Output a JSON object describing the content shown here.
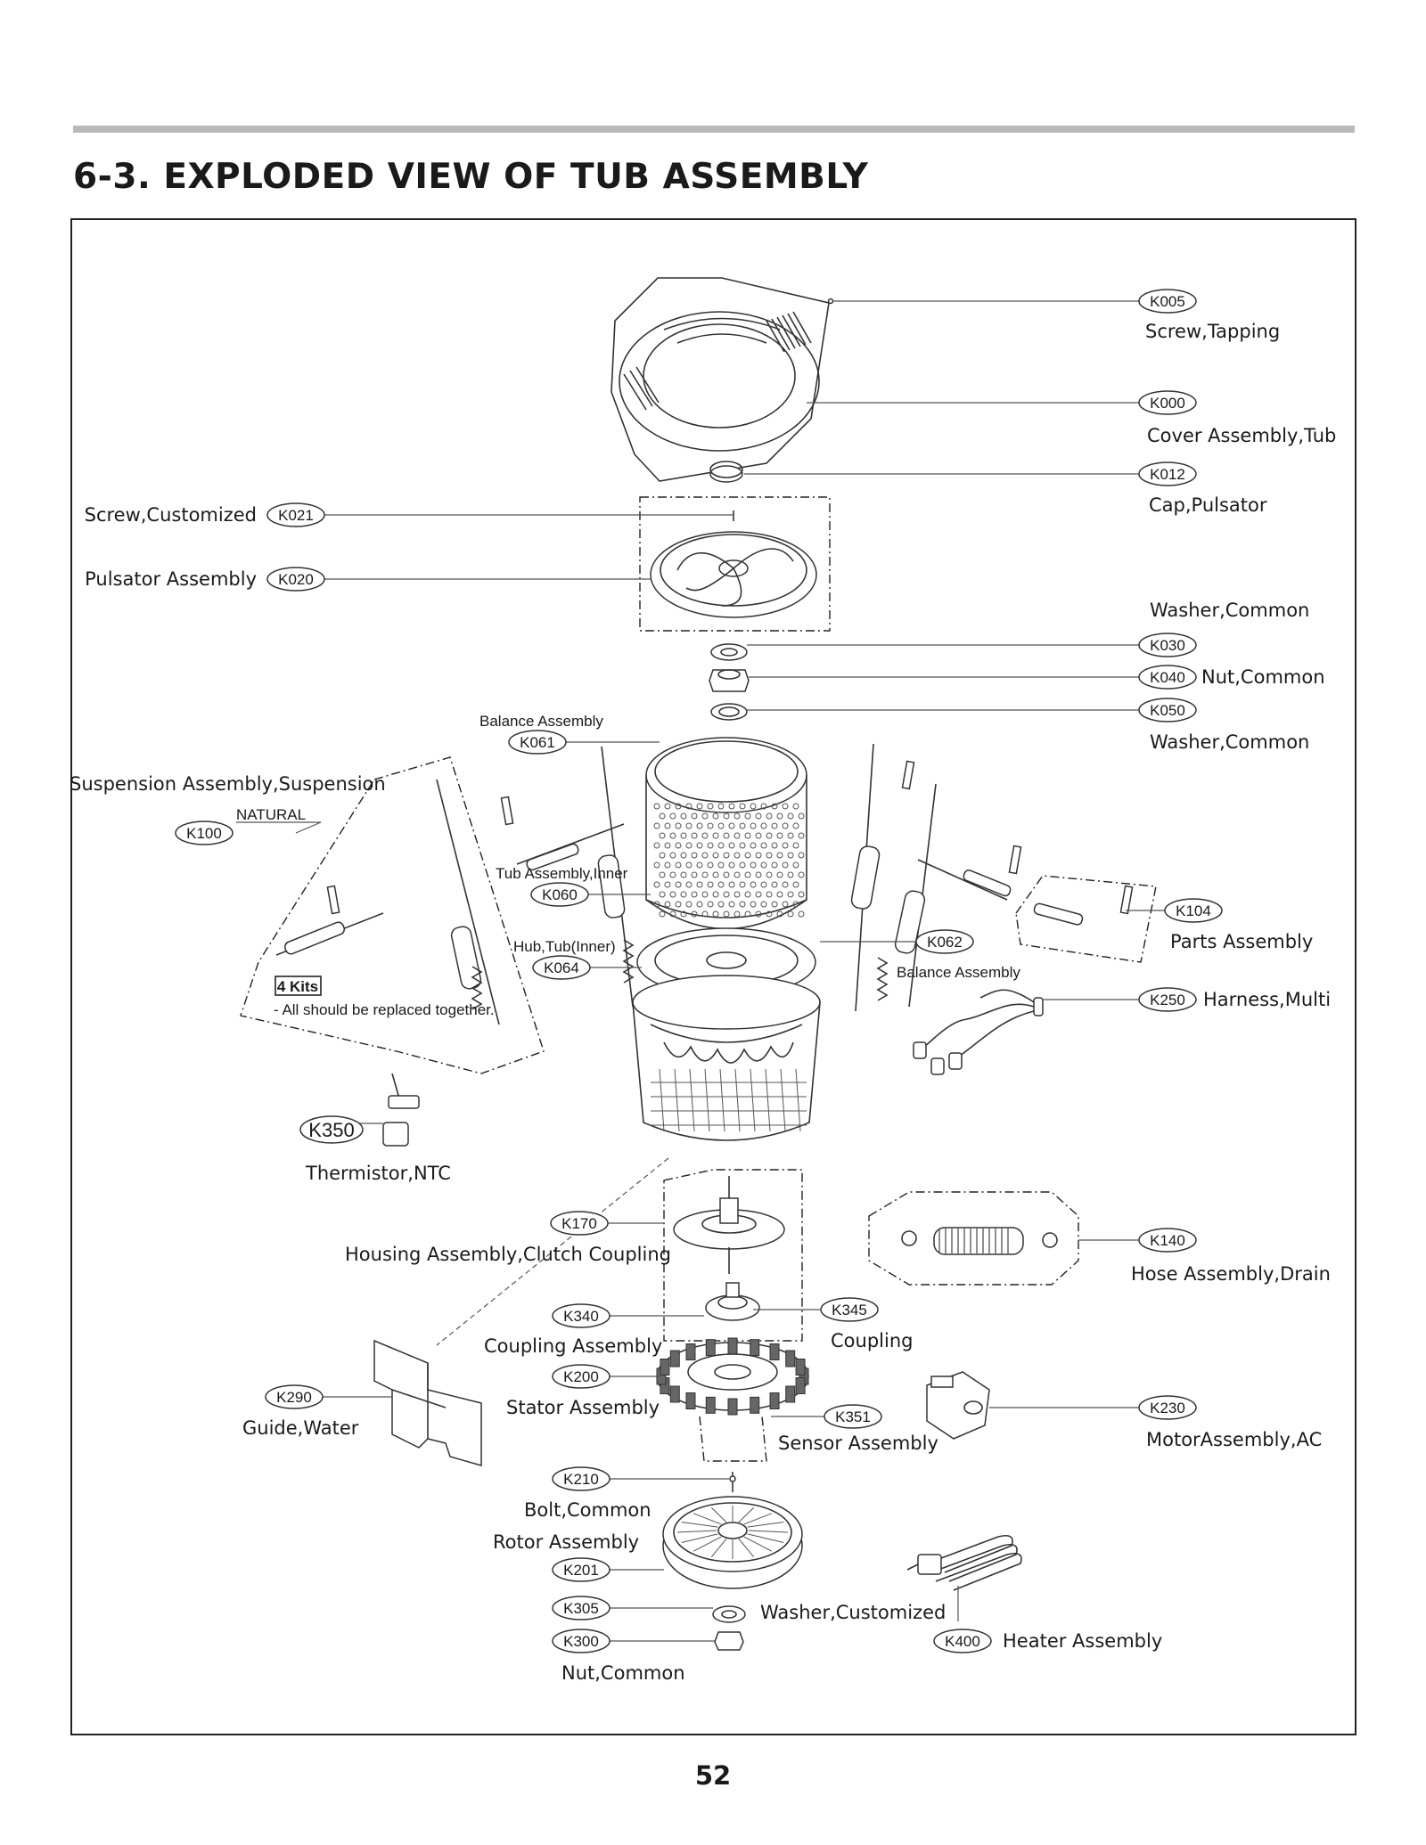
{
  "title": "6-3. EXPLODED VIEW OF TUB ASSEMBLY",
  "page_number": "52",
  "callouts": {
    "K005": {
      "code": "K005",
      "name": "Screw,Tapping"
    },
    "K000": {
      "code": "K000",
      "name": "Cover  Assembly,Tub"
    },
    "K012": {
      "code": "K012",
      "name": "Cap,Pulsator"
    },
    "K021": {
      "code": "K021",
      "name": "Screw,Customized"
    },
    "K020": {
      "code": "K020",
      "name": "Pulsator Assembly"
    },
    "K030": {
      "code": "K030",
      "name": "Washer,Common"
    },
    "K040": {
      "code": "K040",
      "name": "Nut,Common"
    },
    "K050": {
      "code": "K050",
      "name": "Washer,Common"
    },
    "K061": {
      "code": "K061",
      "name": "Balance Assembly"
    },
    "K100": {
      "code": "K100",
      "name": "Suspension Assembly,Suspension",
      "sub": "NATURAL"
    },
    "K060": {
      "code": "K060",
      "name": "Tub Assembly,Inner"
    },
    "K064": {
      "code": "K064",
      "name": "Hub,Tub(Inner)"
    },
    "K062": {
      "code": "K062",
      "name": "Balance Assembly"
    },
    "K104": {
      "code": "K104",
      "name": "Parts Assembly"
    },
    "K250": {
      "code": "K250",
      "name": "Harness,Multi"
    },
    "K350": {
      "code": "K350",
      "name": "Thermistor,NTC"
    },
    "K170": {
      "code": "K170",
      "name": "Housing Assembly,Clutch Coupling"
    },
    "K140": {
      "code": "K140",
      "name": "Hose Assembly,Drain"
    },
    "K340": {
      "code": "K340",
      "name": "Coupling Assembly"
    },
    "K345": {
      "code": "K345",
      "name": "Coupling"
    },
    "K200": {
      "code": "K200",
      "name": "Stator Assembly"
    },
    "K290": {
      "code": "K290",
      "name": "Guide,Water"
    },
    "K351": {
      "code": "K351",
      "name": "Sensor Assembly"
    },
    "K230": {
      "code": "K230",
      "name": "MotorAssembly,AC"
    },
    "K210": {
      "code": "K210",
      "name": "Bolt,Common"
    },
    "K201": {
      "code": "K201",
      "name": "Rotor Assembly"
    },
    "K305": {
      "code": "K305",
      "name": "Washer,Customized"
    },
    "K300": {
      "code": "K300",
      "name": "Nut,Common"
    },
    "K400": {
      "code": "K400",
      "name": "Heater Assembly"
    }
  },
  "kit_note": {
    "badge": "4 Kits",
    "text": "- All should be replaced together."
  }
}
